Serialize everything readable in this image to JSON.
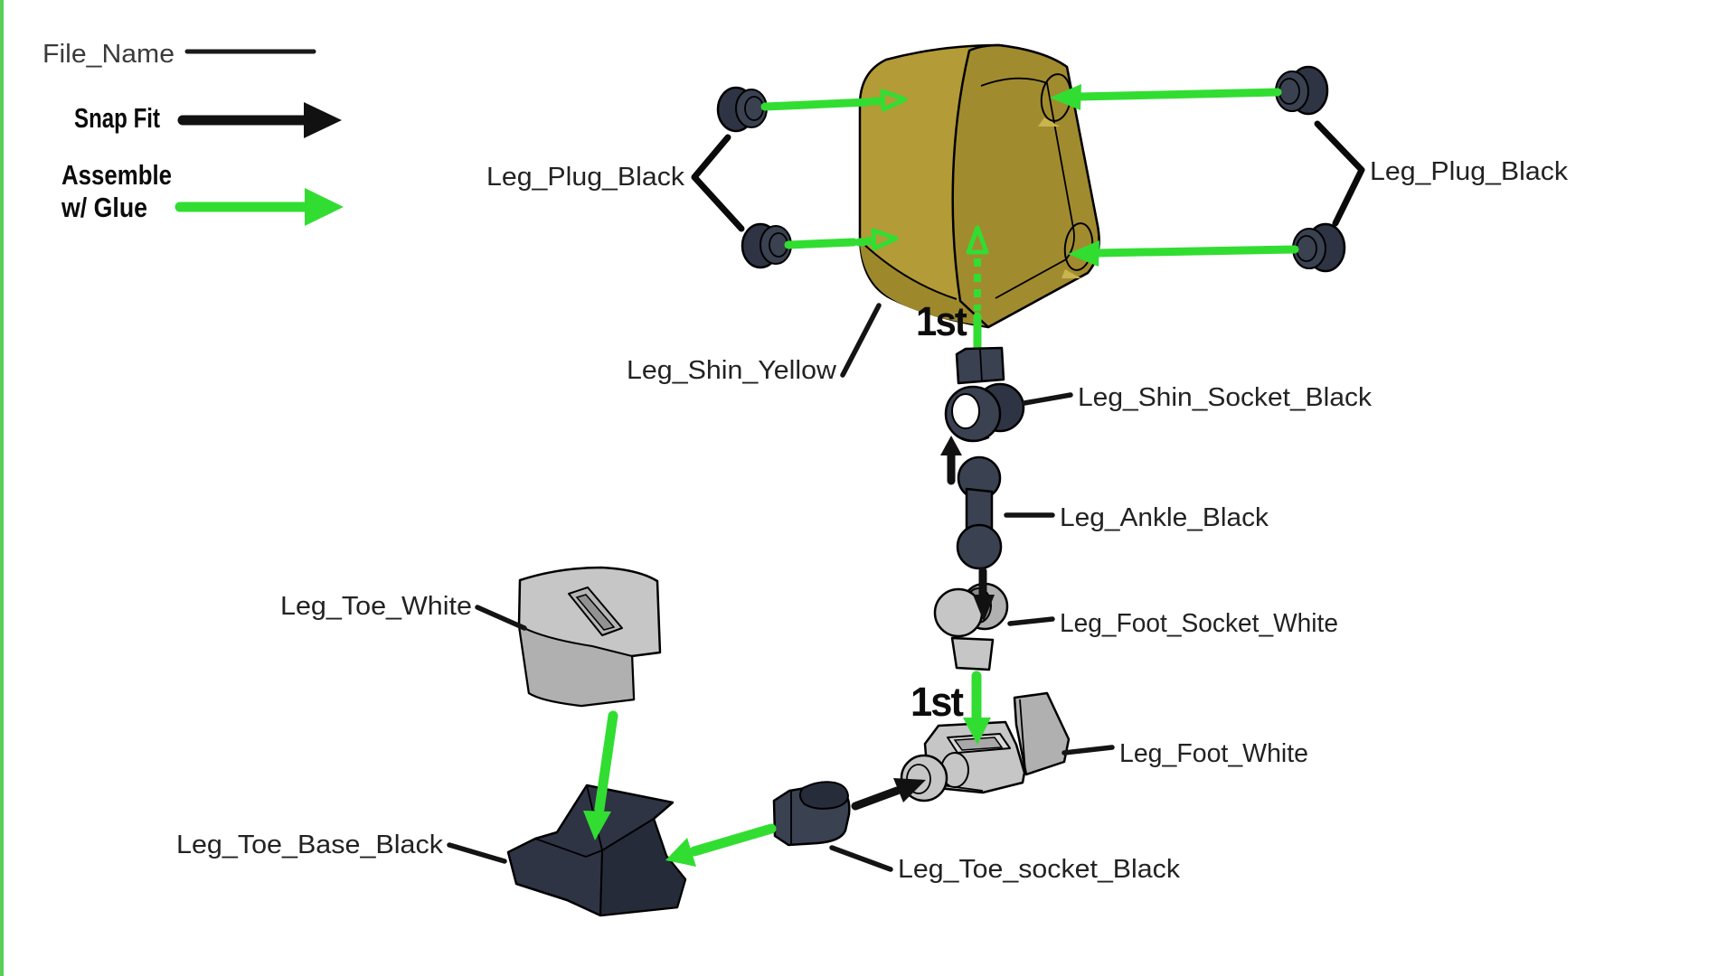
{
  "legend": {
    "file_name_label": "File_Name",
    "snap_fit_label": "Snap Fit",
    "glue_label_line1": "Assemble",
    "glue_label_line2": "w/ Glue"
  },
  "annotations": {
    "first_shin": "1st",
    "first_foot": "1st"
  },
  "labels": {
    "plug_left": "Leg_Plug_Black",
    "plug_right": "Leg_Plug_Black",
    "shin": "Leg_Shin_Yellow",
    "shin_socket": "Leg_Shin_Socket_Black",
    "ankle": "Leg_Ankle_Black",
    "foot_socket": "Leg_Foot_Socket_White",
    "foot": "Leg_Foot_White",
    "toe": "Leg_Toe_White",
    "toe_base": "Leg_Toe_Base_Black",
    "toe_socket": "Leg_Toe_socket_Black"
  },
  "colors": {
    "glue_green": "#32dd32",
    "snap_black": "#111111",
    "border_green": "#55cf55",
    "shin_front_yellow": "#b39b37",
    "shin_side_yellow": "#a18b2f",
    "shin_bevel_yellow": "#9d892c",
    "dark_part": "#3a4150",
    "dark_part_light": "#454c5c",
    "dark_part_deep": "#2e3444",
    "white_part": "#c6c6c6",
    "white_part_shade": "#b0b0b0",
    "label_text": "#222222",
    "background": "#ffffff"
  }
}
